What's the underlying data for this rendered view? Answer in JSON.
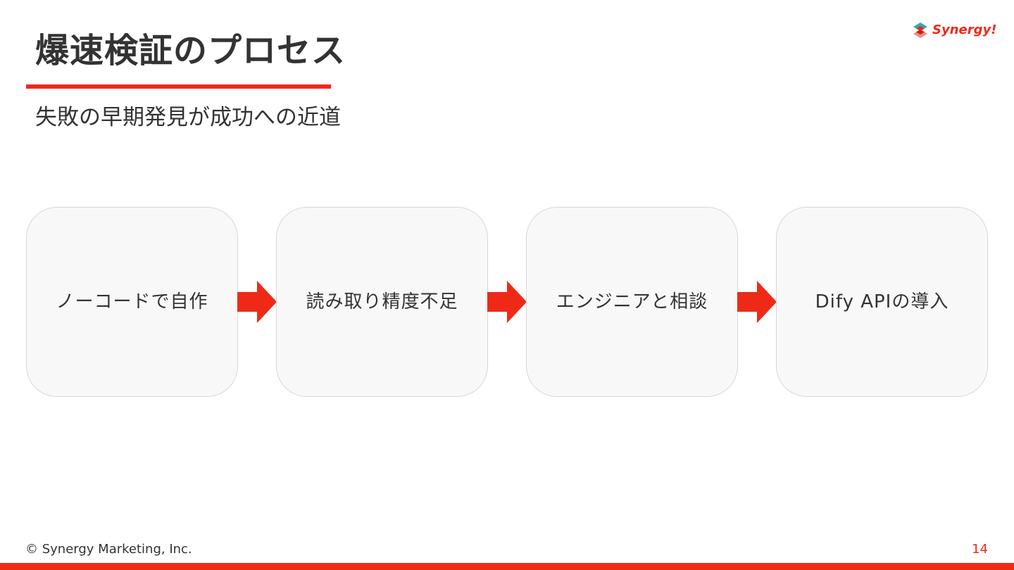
{
  "slide": {
    "title": "爆速検証のプロセス",
    "subtitle": "失敗の早期発見が成功への近道"
  },
  "logo": {
    "text": "Synergy!",
    "icon": "synergy-s-logo-icon"
  },
  "process": {
    "steps": [
      {
        "label": "ノーコードで自作"
      },
      {
        "label": "読み取り精度不足"
      },
      {
        "label": "エンジニアと相談"
      },
      {
        "label": "Dify APIの導入"
      }
    ],
    "connector_icon": "right-arrow-icon"
  },
  "footer": {
    "copyright": "© Synergy Marketing, Inc.",
    "page_number": "14"
  },
  "colors": {
    "accent": "#ee2a17",
    "text": "#333333",
    "box_fill": "#f9f8f8",
    "box_border": "#dcd4d6"
  }
}
